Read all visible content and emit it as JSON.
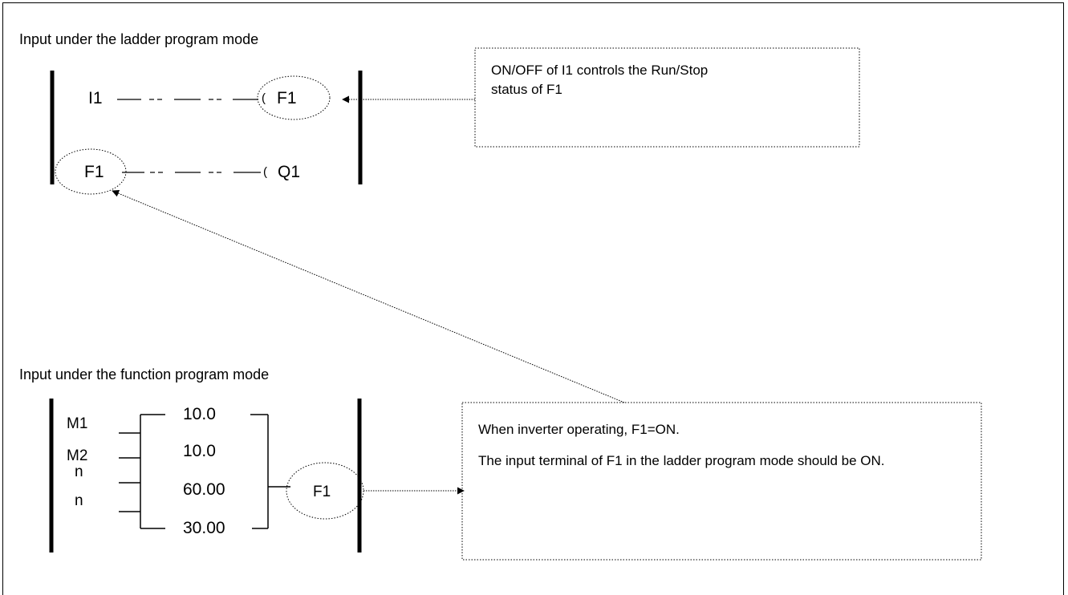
{
  "section_ladder": {
    "heading": "Input under the ladder program mode",
    "rung1": {
      "contact": "I1",
      "coil_bracket": "(",
      "coil": "F1"
    },
    "rung2": {
      "contact": "F1",
      "coil_bracket": "(",
      "coil": "Q1"
    },
    "callout": "ON/OFF of I1 controls the Run/Stop status of F1"
  },
  "section_function": {
    "heading": "Input under the function program mode",
    "inputs": [
      "M1",
      "M2",
      "n",
      "n"
    ],
    "params": [
      "10.0",
      "10.0",
      "60.00",
      "30.00"
    ],
    "output": "F1",
    "callout_line1": "When inverter operating, F1=ON.",
    "callout_line2": "The input terminal of F1 in the ladder program mode should be ON."
  }
}
